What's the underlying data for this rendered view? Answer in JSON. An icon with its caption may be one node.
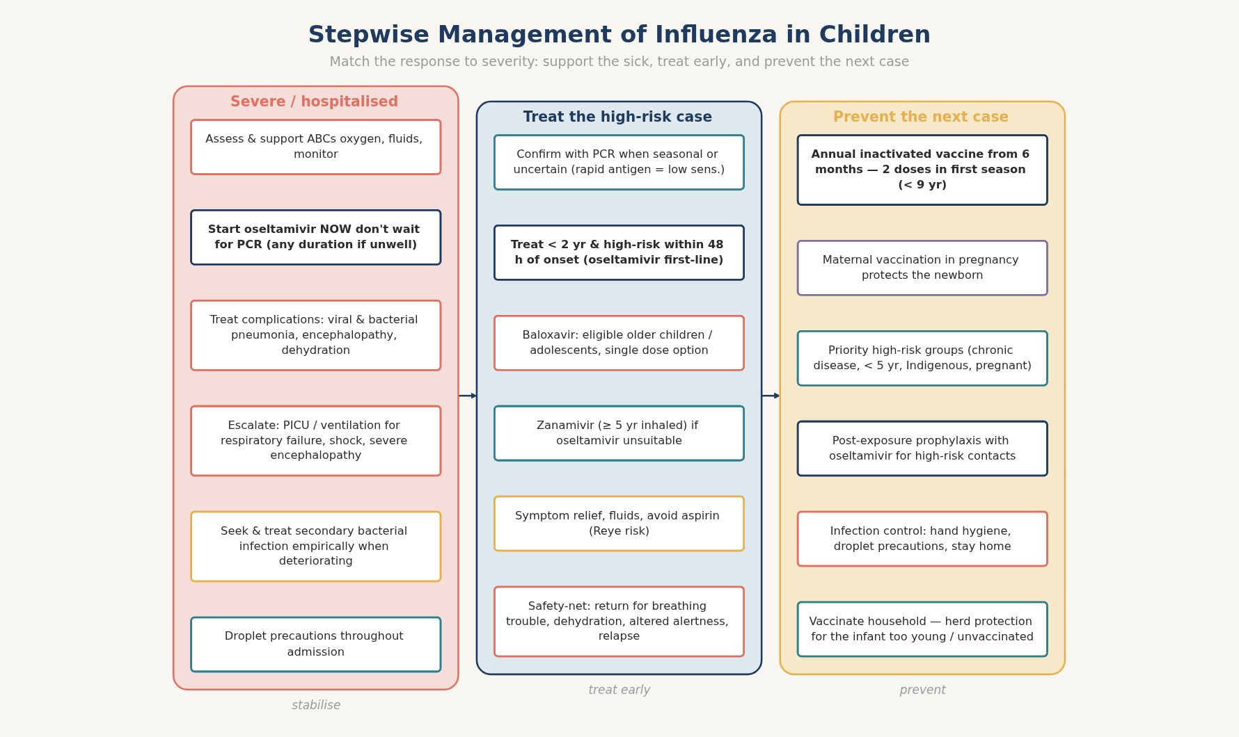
{
  "diagram": {
    "title": "Stepwise Management of Influenza in Children",
    "nodes": [
      {
        "text": [
          "Severe / hospitalised"
        ],
        "beside": [
          "stabilise"
        ]
      },
      {
        "text": [
          "Assess & support ABCs oxygen, fluids, monitor"
        ],
        "in": 0
      },
      {
        "text": [
          "Start oseltamivir NOW don't wait for PCR (any duration if unwell)"
        ],
        "in": 0
      },
      {
        "text": [
          "Treat complications: viral & bacterial pneumonia, encephalopathy, dehydration"
        ],
        "in": 0
      },
      {
        "text": [
          "Escalate: PICU / ventilation for respiratory failure, shock, severe encephalopathy"
        ],
        "in": 0
      },
      {
        "text": [
          "Seek & treat secondary bacterial infection empirically when deteriorating"
        ],
        "in": 0
      },
      {
        "text": [
          "Droplet precautions throughout admission"
        ],
        "in": 0
      },
      {
        "text": [
          "Treat the high-risk case"
        ],
        "beside": [
          "treat early"
        ]
      },
      {
        "text": [
          "Confirm with PCR when seasonal or uncertain (rapid antigen = low sens.)"
        ],
        "in": 7
      },
      {
        "text": [
          "Treat < 2 yr & high-risk within 48 h of onset (oseltamivir first-line)"
        ],
        "in": 7
      },
      {
        "text": [
          "Baloxavir: eligible older children / adolescents, single dose option"
        ],
        "in": 7
      },
      {
        "text": [
          "Zanamivir (≥ 5 yr inhaled) if oseltamivir unsuitable"
        ],
        "in": 7
      },
      {
        "text": [
          "Symptom relief, fluids, avoid aspirin (Reye risk)"
        ],
        "in": 7
      },
      {
        "text": [
          "Safety-net: return for breathing trouble, dehydration, altered alertness, relapse"
        ],
        "in": 7
      },
      {
        "text": [
          "Prevent the next case"
        ],
        "beside": [
          "prevent"
        ]
      },
      {
        "text": [
          "Annual inactivated vaccine from 6 months — 2 doses in first season (< 9 yr)"
        ],
        "in": 14
      },
      {
        "text": [
          "Maternal vaccination in pregnancy protects the newborn"
        ],
        "in": 14
      },
      {
        "text": [
          "Priority high-risk groups (chronic disease, < 5 yr, Indigenous, pregnant)"
        ],
        "in": 14
      },
      {
        "text": [
          "Post-exposure prophylaxis with oseltamivir for high-risk contacts"
        ],
        "in": 14
      },
      {
        "text": [
          "Infection control: hand hygiene, droplet precautions, stay home"
        ],
        "in": 14
      },
      {
        "text": [
          "Vaccinate household — herd protection for the infant too young / unvaccinated"
        ],
        "in": 14
      }
    ],
    "edges": [
      {
        "from": 0,
        "to": 7,
        "arrow": "to"
      },
      {
        "from": 7,
        "to": 14,
        "arrow": "to"
      }
    ],
    "labels": [
      "Match the response to severity: support the sick, treat early, and prevent the next case"
    ]
  }
}
